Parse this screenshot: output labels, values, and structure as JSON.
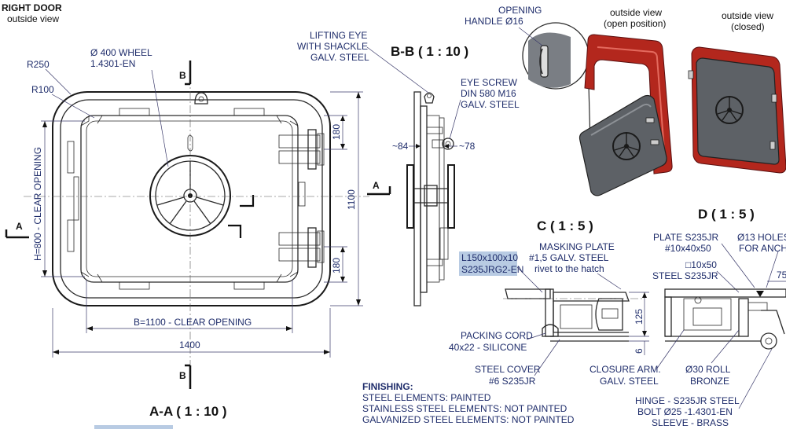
{
  "title": {
    "line1": "RIGHT DOOR",
    "line2": "outside view"
  },
  "main_view": {
    "labels": {
      "r250": "R250",
      "r100": "R100",
      "wheel_line1": "Ø 400 WHEEL",
      "wheel_line2": "1.4301-EN",
      "height_opening": "H=800 - CLEAR OPENING",
      "width_opening": "B=1100 - CLEAR OPENING",
      "overall_width": "1400",
      "overall_height": "1100",
      "hinge_spacing_top": "180",
      "hinge_spacing_bottom": "180",
      "section_b_top": "B",
      "section_b_bottom": "B",
      "section_a_left": "A",
      "section_a_right": "A",
      "view_aa": "A-A ( 1 : 10 )"
    }
  },
  "section_bb": {
    "title": "B-B ( 1 : 10 )",
    "lifting_eye": [
      "LIFTING EYE",
      "WITH SHACKLE",
      "GALV. STEEL"
    ],
    "eye_screw": [
      "EYE SCREW",
      "DIN 580 M16",
      "GALV. STEEL"
    ],
    "dim_left": "~84",
    "dim_right": "~78"
  },
  "photos": {
    "opening_handle": [
      "OPENING",
      "HANDLE Ø16"
    ],
    "open_view": [
      "outside view",
      "(open position)"
    ],
    "closed_view": [
      "outside view",
      "(closed)"
    ]
  },
  "detail_c": {
    "title": "C ( 1 : 5 )",
    "angle_profile": [
      "L150x100x10",
      "S235JRG2-EN"
    ],
    "masking_plate": [
      "MASKING PLATE",
      "#1,5 GALV. STEEL",
      "rivet to the hatch"
    ],
    "packing_cord": [
      "PACKING CORD",
      "40x22 - SILICONE"
    ],
    "steel_cover": [
      "STEEL COVER",
      "#6 S235JR"
    ],
    "dim_125": "125",
    "dim_6": "6"
  },
  "detail_d": {
    "title": "D ( 1 : 5 )",
    "plate": [
      "PLATE S235JR",
      "#10x40x50"
    ],
    "holes": [
      "Ø13 HOLES",
      "FOR ANCHO"
    ],
    "square_steel": [
      "□10x50",
      "STEEL S235JR"
    ],
    "dim_75": "75",
    "closure_arm": [
      "CLOSURE ARM.",
      "GALV. STEEL"
    ],
    "roll": [
      "Ø30 ROLL",
      "BRONZE"
    ],
    "hinge": [
      "HINGE - S235JR STEEL",
      "BOLT Ø25 -1.4301-EN",
      "SLEEVE - BRASS"
    ]
  },
  "finishing": {
    "heading": "FINISHING:",
    "lines": [
      "STEEL ELEMENTS: PAINTED",
      "STAINLESS STEEL ELEMENTS: NOT PAINTED",
      "GALVANIZED STEEL ELEMENTS: NOT PAINTED"
    ]
  },
  "colors": {
    "frame_red": "#b3271d",
    "plate_grey": "#5d6166",
    "highlight": "#b8cbe3",
    "label_blue": "#1f2d6b"
  }
}
